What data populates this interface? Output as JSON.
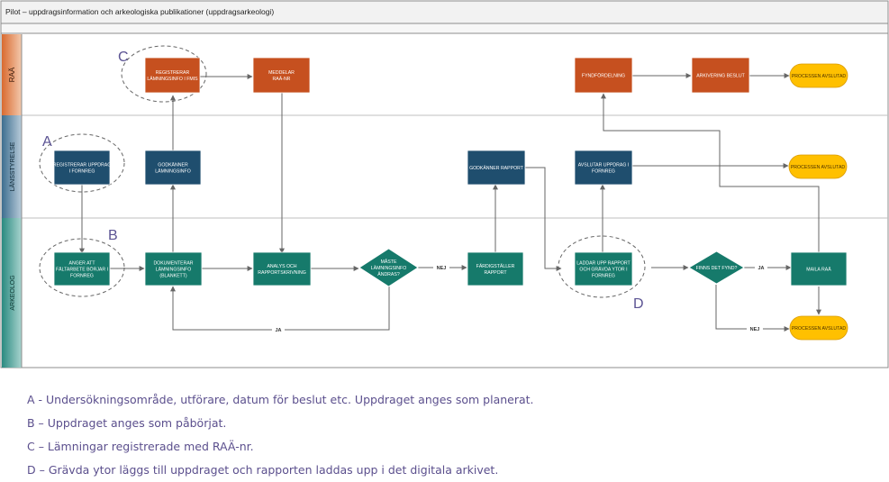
{
  "title": "Pilot – uppdragsinformation och arkeologiska publikationer (uppdragsarkeologi)",
  "lanes": [
    {
      "id": "raa",
      "label": "RAÄ",
      "color": "#c6501f"
    },
    {
      "id": "lst",
      "label": "Länsstyrelse",
      "color": "#2b5f7e"
    },
    {
      "id": "ark",
      "label": "Arkeolog",
      "color": "#1b7c74"
    }
  ],
  "nodes": {
    "n1": {
      "lines": [
        "Registrerar",
        "lämningsinfo i FMIS"
      ]
    },
    "n2": {
      "lines": [
        "Meddelar",
        "RAÄ-nr"
      ]
    },
    "n3": {
      "lines": [
        "Fyndfördelning"
      ]
    },
    "n4": {
      "lines": [
        "Arkivering beslut"
      ]
    },
    "e1": {
      "lines": [
        "Processen avslutad"
      ]
    },
    "n5": {
      "lines": [
        "Registrerar uppdrag",
        "i Fornreg"
      ]
    },
    "n6": {
      "lines": [
        "Godkänner",
        "lämningsinfo"
      ]
    },
    "n7": {
      "lines": [
        "Godkänner rapport"
      ]
    },
    "n8": {
      "lines": [
        "Avslutar uppdrag i",
        "Fornreg"
      ]
    },
    "e2": {
      "lines": [
        "Processen avslutad"
      ]
    },
    "n9": {
      "lines": [
        "Anger att",
        "fältarbete börjar i",
        "Fornreg"
      ]
    },
    "n10": {
      "lines": [
        "Dokumenterar",
        "lämningsinfo",
        "(blankett)"
      ]
    },
    "n11": {
      "lines": [
        "Analys och",
        "rapportskrivning"
      ]
    },
    "d1": {
      "lines": [
        "Måste",
        "lämningsinfo",
        "ändras?"
      ]
    },
    "n12": {
      "lines": [
        "Färdigställer",
        "rapport"
      ]
    },
    "n13": {
      "lines": [
        "Laddar upp rapport",
        "och grävda ytor i",
        "Fornreg"
      ]
    },
    "d2": {
      "lines": [
        "Finns det fynd?"
      ]
    },
    "n14": {
      "lines": [
        "Maila RAÄ"
      ]
    },
    "e3": {
      "lines": [
        "Processen avslutad"
      ]
    }
  },
  "edge_labels": {
    "ja": "JA",
    "nej": "NEJ"
  },
  "markers": {
    "A": "A",
    "B": "B",
    "C": "C",
    "D": "D"
  },
  "notes": [
    "A - Undersökningsområde, utförare, datum för beslut etc. Uppdraget anges som planerat.",
    "B – Uppdraget anges som påbörjat.",
    "C – Lämningar registrerade med RAÄ-nr.",
    "D – Grävda ytor läggs till uppdraget och rapporten laddas upp i det digitala arkivet."
  ],
  "colors": {
    "raa": "#c6501f",
    "lst": "#1f4e6e",
    "ark": "#167a6b",
    "end": "#ffc000",
    "marker": "#5b5393",
    "note": "#5b4f8d"
  }
}
